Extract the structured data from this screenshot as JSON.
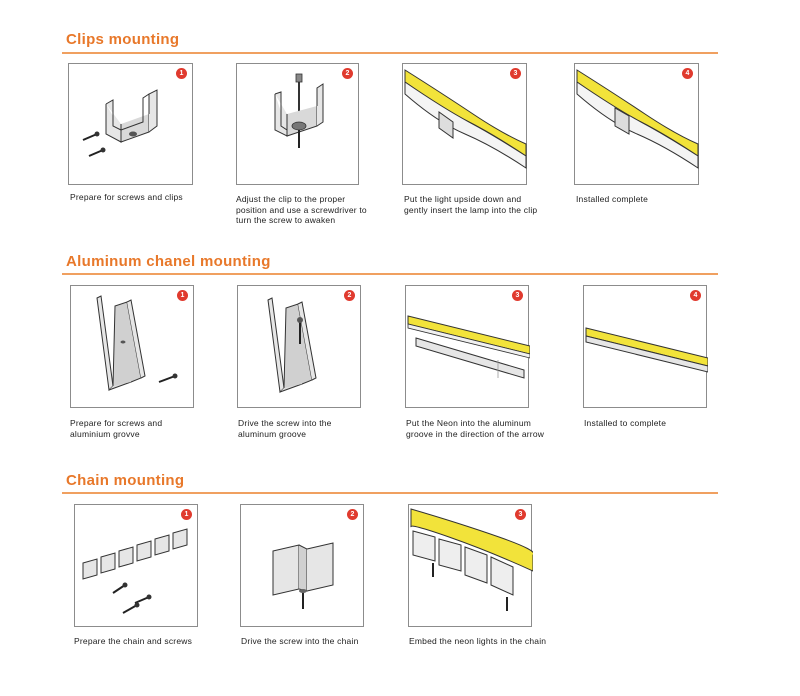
{
  "sections": [
    {
      "title": "Clips mounting",
      "steps": [
        {
          "badge": "1",
          "caption": "Prepare for screws and clips"
        },
        {
          "badge": "2",
          "caption": "Adjust the clip to the proper position and use a screwdriver to turn the screw to awaken"
        },
        {
          "badge": "3",
          "caption": "Put the light upside down and gently insert the lamp into the clip"
        },
        {
          "badge": "4",
          "caption": "Installed complete"
        }
      ]
    },
    {
      "title": "Aluminum chanel mounting",
      "steps": [
        {
          "badge": "1",
          "caption": "Prepare for screws and aluminium grovve"
        },
        {
          "badge": "2",
          "caption": "Drive the screw into the aluminum groove"
        },
        {
          "badge": "3",
          "caption": "Put the Neon into the aluminum groove in the direction of the arrow"
        },
        {
          "badge": "4",
          "caption": "Installed to complete"
        }
      ]
    },
    {
      "title": "Chain mounting",
      "steps": [
        {
          "badge": "1",
          "caption": "Prepare the chain and screws"
        },
        {
          "badge": "2",
          "caption": "Drive the screw into the chain"
        },
        {
          "badge": "3",
          "caption": "Embed the neon lights in the chain"
        }
      ]
    }
  ],
  "colors": {
    "accent": "#e8782a",
    "badge": "#e03a2e",
    "neon": "#f2e33a"
  }
}
